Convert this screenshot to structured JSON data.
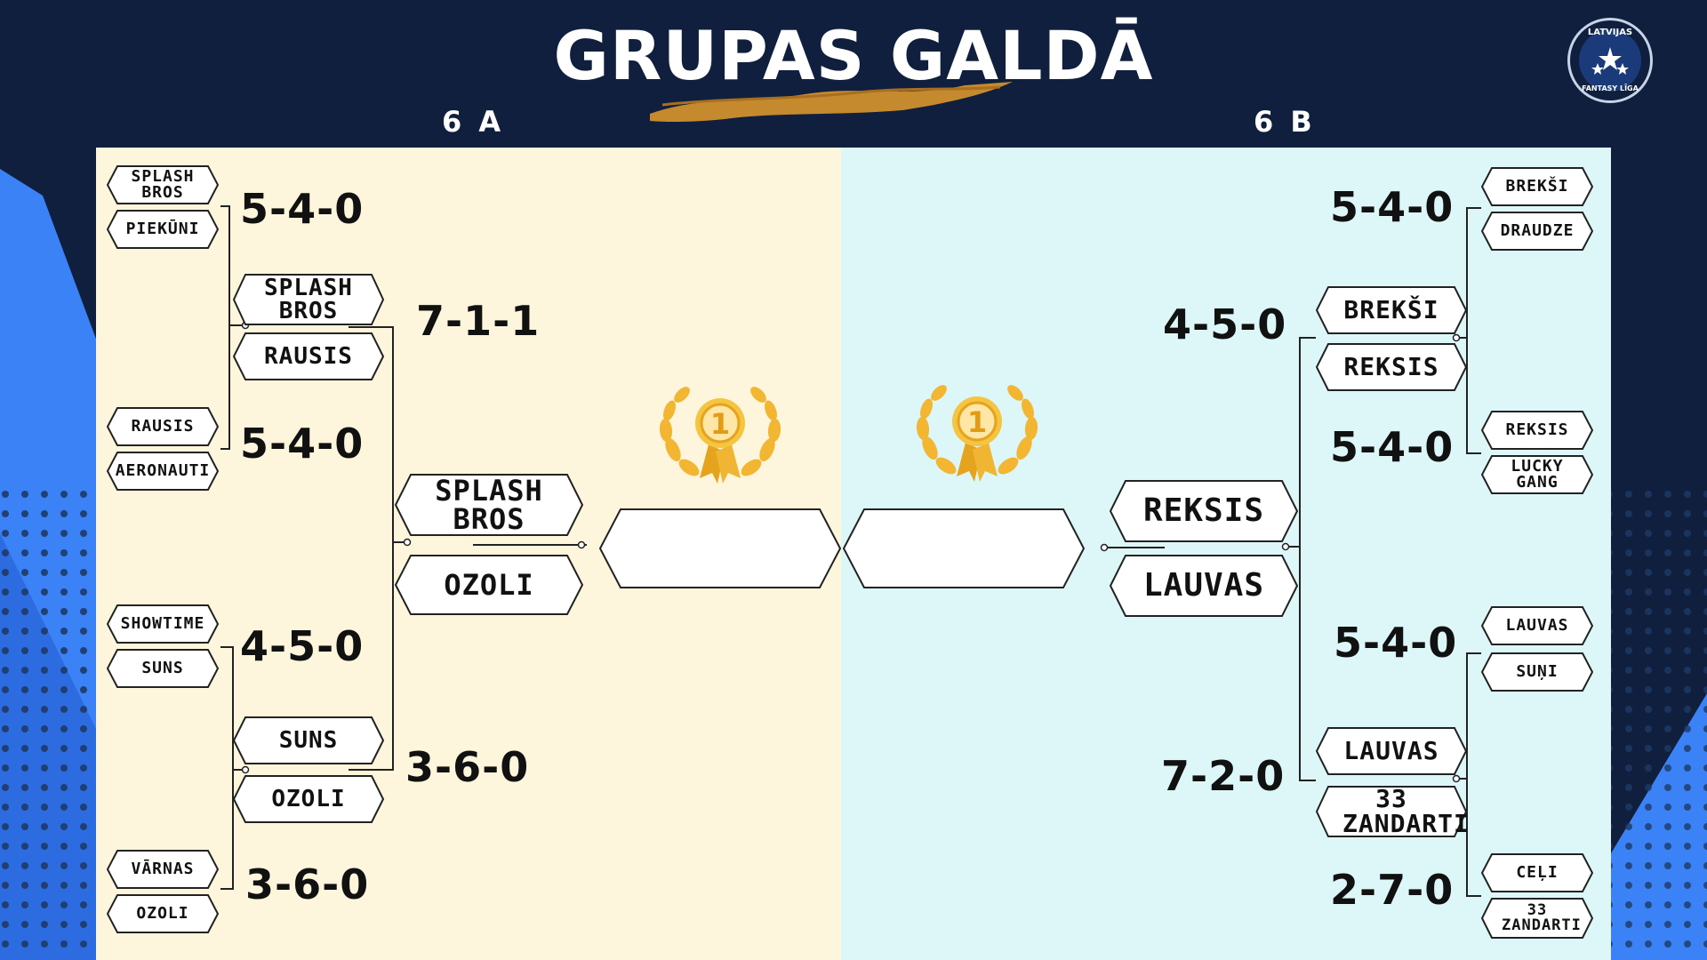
{
  "title": "GRUPAS GALDĀ",
  "logo": {
    "line1": "LATVIJAS",
    "line2": "FANTASY LĪGA"
  },
  "colors": {
    "background": "#0f1f3d",
    "panel_a": "#fdf6dc",
    "panel_b": "#ddf6f7",
    "accent_blue": "#3b82f6",
    "brush": "#c68a2e",
    "trophy_gold": "#f2b632"
  },
  "group_a": {
    "label": "6 A",
    "round1": [
      {
        "team1": "SPLASH BROS",
        "team2": "PIEKŪNI",
        "score": "5-4-0"
      },
      {
        "team1": "RAUSIS",
        "team2": "AERONAUTI",
        "score": "5-4-0"
      },
      {
        "team1": "SHOWTIME",
        "team2": "SUNS",
        "score": "4-5-0"
      },
      {
        "team1": "VĀRNAS",
        "team2": "OZOLI",
        "score": "3-6-0"
      }
    ],
    "round2": [
      {
        "team1": "SPLASH BROS",
        "team2": "RAUSIS",
        "score": "7-1-1"
      },
      {
        "team1": "SUNS",
        "team2": "OZOLI",
        "score": "3-6-0"
      }
    ],
    "final": {
      "team1": "SPLASH BROS",
      "team2": "OZOLI"
    },
    "winner": ""
  },
  "group_b": {
    "label": "6 B",
    "round1": [
      {
        "team1": "BREKŠI",
        "team2": "DRAUDZE",
        "score": "5-4-0"
      },
      {
        "team1": "REKSIS",
        "team2": "LUCKY GANG",
        "score": "5-4-0"
      },
      {
        "team1": "LAUVAS",
        "team2": "SUŅI",
        "score": "5-4-0"
      },
      {
        "team1": "CEĻI",
        "team2": "33 ZANDARTI",
        "score": "2-7-0"
      }
    ],
    "round2": [
      {
        "team1": "BREKŠI",
        "team2": "REKSIS",
        "score": "4-5-0"
      },
      {
        "team1": "LAUVAS",
        "team2": "33 ZANDARTI",
        "score": "7-2-0"
      }
    ],
    "final": {
      "team1": "REKSIS",
      "team2": "LAUVAS"
    },
    "winner": ""
  },
  "trophy_number": "1"
}
